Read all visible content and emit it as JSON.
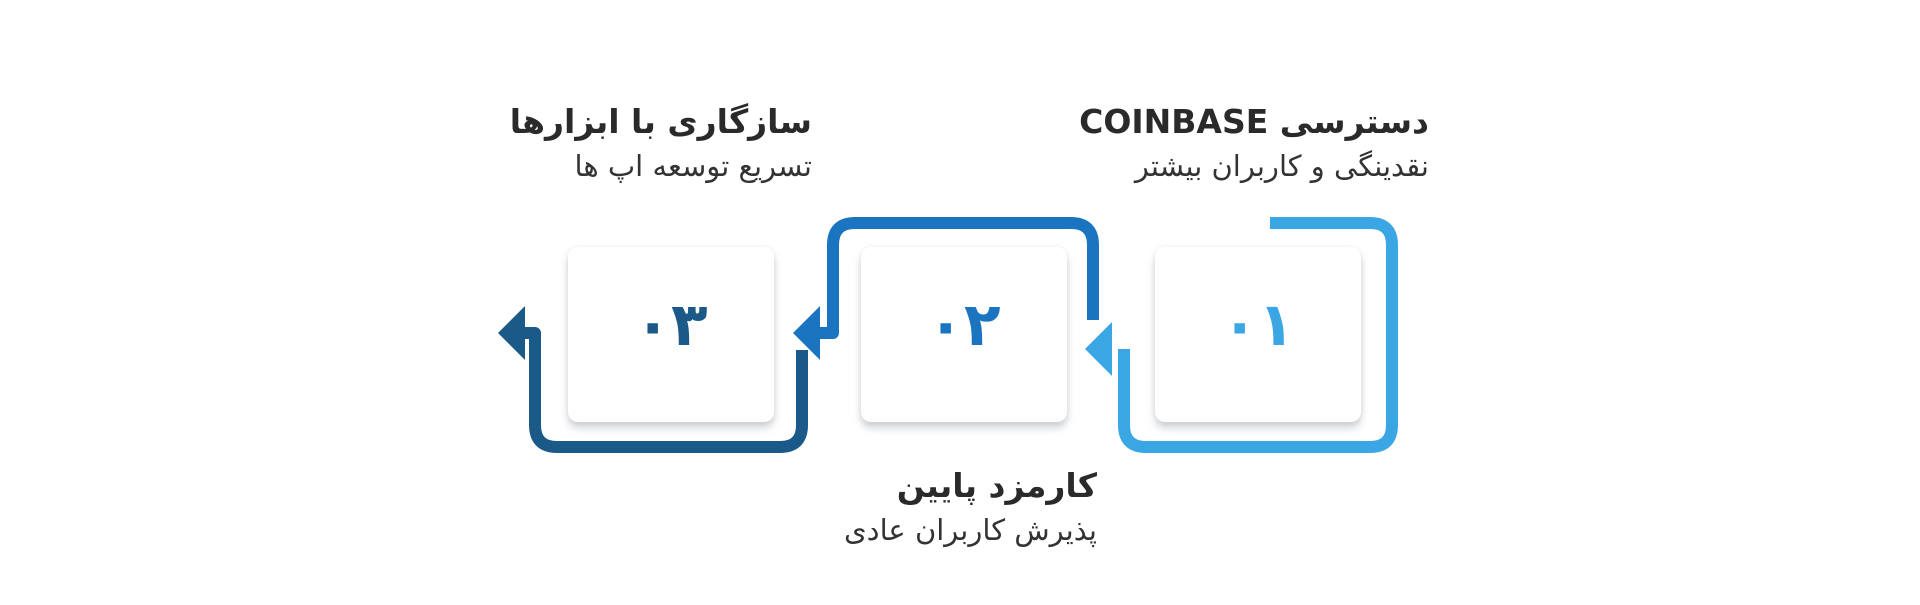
{
  "steps": [
    {
      "number": "۰۱",
      "title": "دسترسی COINBASE",
      "subtitle": "نقدینگی و کاربران بیشتر",
      "color": "#3aa6e3"
    },
    {
      "number": "۰۲",
      "title": "کارمزد پایین",
      "subtitle": "پذیرش کاربران عادی",
      "color": "#1b74c0"
    },
    {
      "number": "۰۳",
      "title": "سازگاری با ابزارها",
      "subtitle": "تسریع توسعه اپ ها",
      "color": "#1b5a88"
    }
  ]
}
